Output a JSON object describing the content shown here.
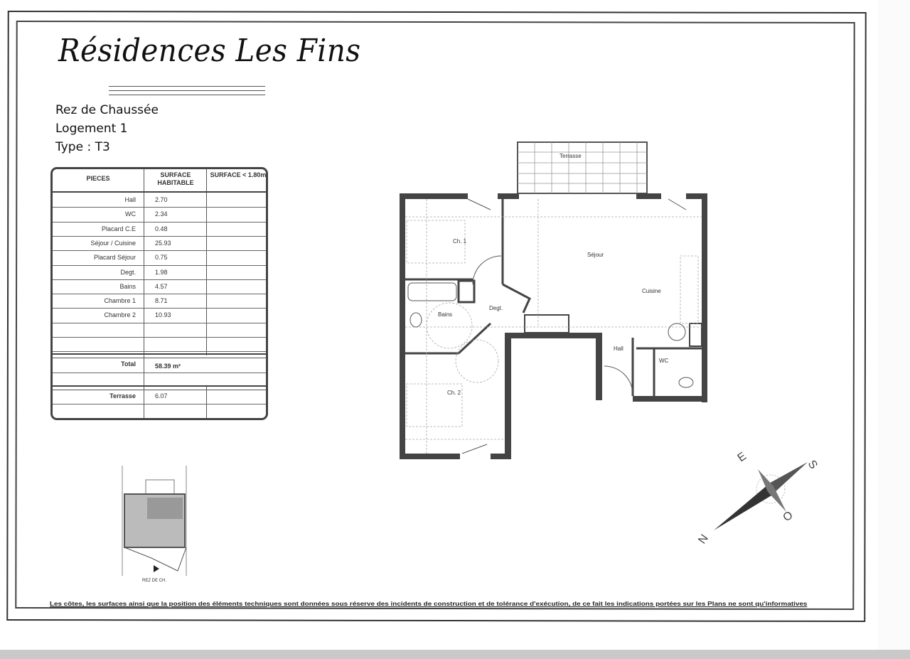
{
  "title": "Résidences Les Fins",
  "info": {
    "floor": "Rez de Chaussée",
    "unit": "Logement 1",
    "type": "Type : T3"
  },
  "table": {
    "headers": [
      "PIECES",
      "SURFACE HABITABLE",
      "SURFACE < 1.80m"
    ],
    "rows": [
      {
        "piece": "Hall",
        "surface": "2.70"
      },
      {
        "piece": "WC",
        "surface": "2.34"
      },
      {
        "piece": "Placard C.E",
        "surface": "0.48"
      },
      {
        "piece": "Séjour / Cuisine",
        "surface": "25.93"
      },
      {
        "piece": "Placard Séjour",
        "surface": "0.75"
      },
      {
        "piece": "Degt.",
        "surface": "1.98"
      },
      {
        "piece": "Bains",
        "surface": "4.57"
      },
      {
        "piece": "Chambre 1",
        "surface": "8.71"
      },
      {
        "piece": "Chambre 2",
        "surface": "10.93"
      }
    ],
    "total_label": "Total",
    "total_value": "58.39  m²",
    "terrasse_label": "Terrasse",
    "terrasse_value": "6.07"
  },
  "plan": {
    "rooms": {
      "terrasse": "Terrasse",
      "ch1": "Ch. 1",
      "sejour": "Séjour",
      "cuisine": "Cuisine",
      "bains": "Bains",
      "degt": "Degt.",
      "hall": "Hall",
      "wc": "WC",
      "ch2": "Ch. 2"
    }
  },
  "locator_label": "REZ DE CH.",
  "compass": {
    "n": "N",
    "s": "S",
    "e": "E",
    "o": "O"
  },
  "footer": "Les côtes, les surfaces ainsi que la position des éléments techniques sont données sous réserve des incidents de construction et de tolérance d'exécution, de ce fait les indications portées sur les Plans ne sont qu'informatives"
}
